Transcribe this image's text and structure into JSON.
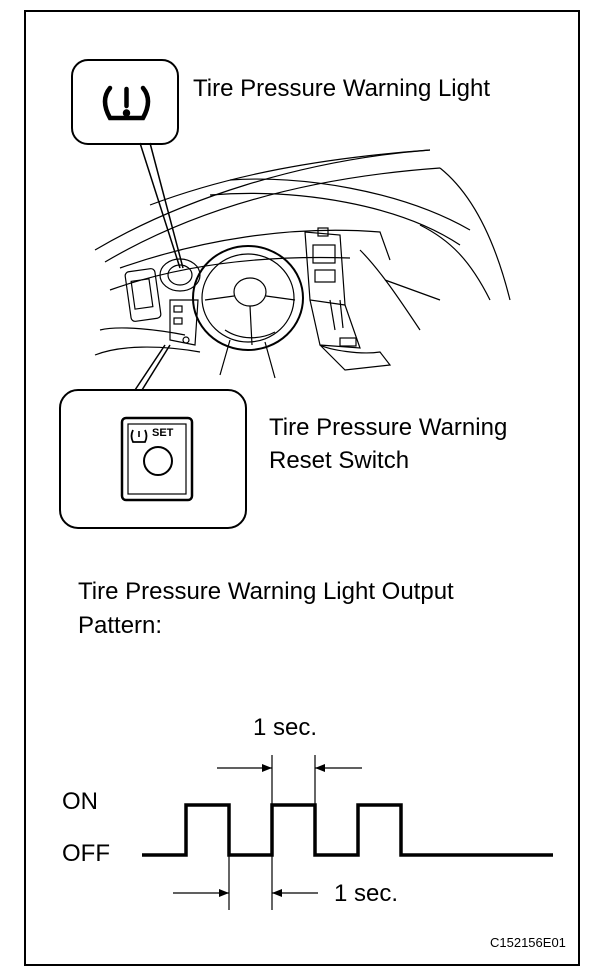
{
  "labels": {
    "warning_light": "Tire Pressure Warning Light",
    "reset_switch_line1": "Tire Pressure Warning",
    "reset_switch_line2": "Reset Switch",
    "pattern_line1": "Tire Pressure Warning Light Output",
    "pattern_line2": "Pattern:",
    "on": "ON",
    "off": "OFF",
    "interval_top": "1 sec.",
    "interval_bottom": "1 sec.",
    "switch_text": "SET",
    "figure_code": "C152156E01"
  },
  "pattern": {
    "states": [
      "OFF",
      "ON",
      "OFF",
      "ON",
      "OFF",
      "ON",
      "OFF"
    ],
    "pulse_on_seconds": 1,
    "pulse_off_seconds": 1,
    "pulses": 3
  },
  "icons": {
    "warning_light_icon": "tire-pressure-warning-icon",
    "switch_icon": "tire-pressure-set-switch-icon"
  }
}
